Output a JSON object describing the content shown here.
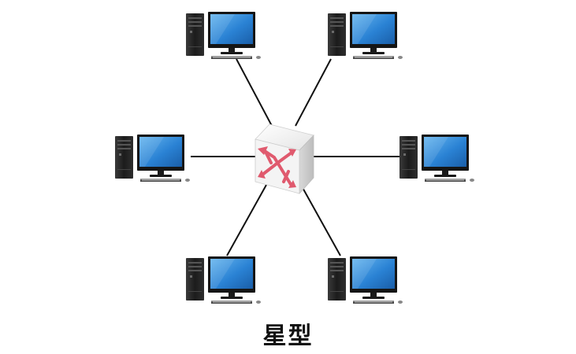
{
  "diagram": {
    "caption": "星型",
    "hub": {
      "name": "switch",
      "icon": "switch-icon"
    },
    "nodes": [
      {
        "name": "computer-top-left",
        "icon": "desktop-computer-icon"
      },
      {
        "name": "computer-top-right",
        "icon": "desktop-computer-icon"
      },
      {
        "name": "computer-middle-left",
        "icon": "desktop-computer-icon"
      },
      {
        "name": "computer-middle-right",
        "icon": "desktop-computer-icon"
      },
      {
        "name": "computer-bottom-left",
        "icon": "desktop-computer-icon"
      },
      {
        "name": "computer-bottom-right",
        "icon": "desktop-computer-icon"
      }
    ],
    "colors": {
      "link": "#111111",
      "screen": "#1f6fc4",
      "screen_highlight": "#5fb0ec",
      "tower": "#2a2a2a",
      "switch_arrows": "#e05a6e"
    }
  }
}
